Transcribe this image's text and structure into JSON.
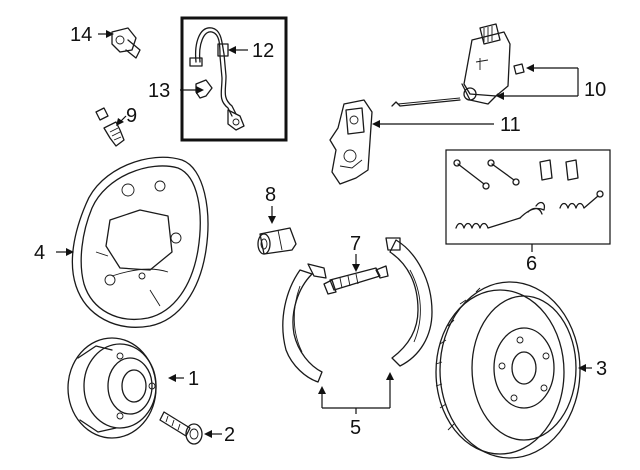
{
  "callouts": {
    "c1": "1",
    "c2": "2",
    "c3": "3",
    "c4": "4",
    "c5": "5",
    "c6": "6",
    "c7": "7",
    "c8": "8",
    "c9": "9",
    "c10": "10",
    "c11": "11",
    "c12": "12",
    "c13": "13",
    "c14": "14"
  },
  "colors": {
    "ink": "#111111",
    "background": "#ffffff"
  }
}
